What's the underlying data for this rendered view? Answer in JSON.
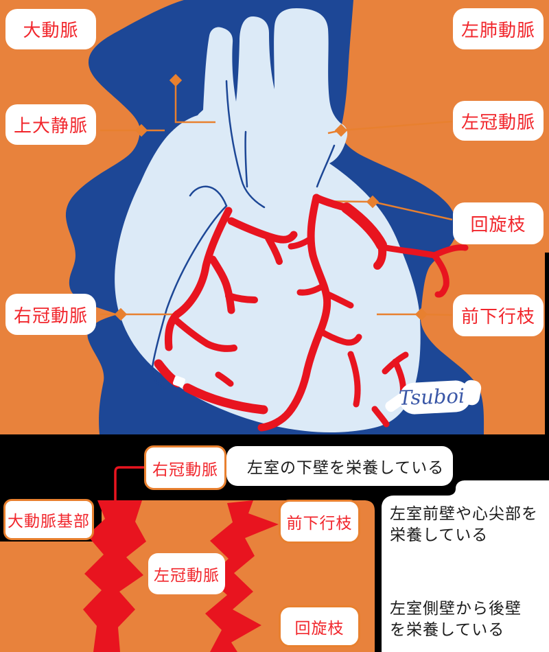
{
  "top_panel": {
    "labels": {
      "aorta": "大動脈",
      "svc": "上大静脈",
      "rca": "右冠動脈",
      "lpa": "左肺動脈",
      "lca": "左冠動脈",
      "cx": "回旋枝",
      "lad": "前下行枝"
    },
    "watermark": "Tsuboi"
  },
  "bottom_panel": {
    "rca_label": "右冠動脈",
    "rca_desc": "左室の下壁を栄養している",
    "aortic_root_label": "大動脈基部",
    "lca_label": "左冠動脈",
    "lad_label": "前下行枝",
    "lad_desc_line1": "左室前壁や心尖部を",
    "lad_desc_line2": "栄養している",
    "cx_label": "回旋枝",
    "cx_desc_line1": "左室側壁から後壁",
    "cx_desc_line2": "を栄養している"
  },
  "colors": {
    "background_orange": "#E8823C",
    "silhouette_blue": "#1D4796",
    "heart_light_blue": "#DCEAF7",
    "artery_red": "#E8141F",
    "label_text_red": "#F1262C",
    "connector_orange": "#E8802F",
    "panel_black": "#000000",
    "watermark_blue": "#3A57A7"
  }
}
